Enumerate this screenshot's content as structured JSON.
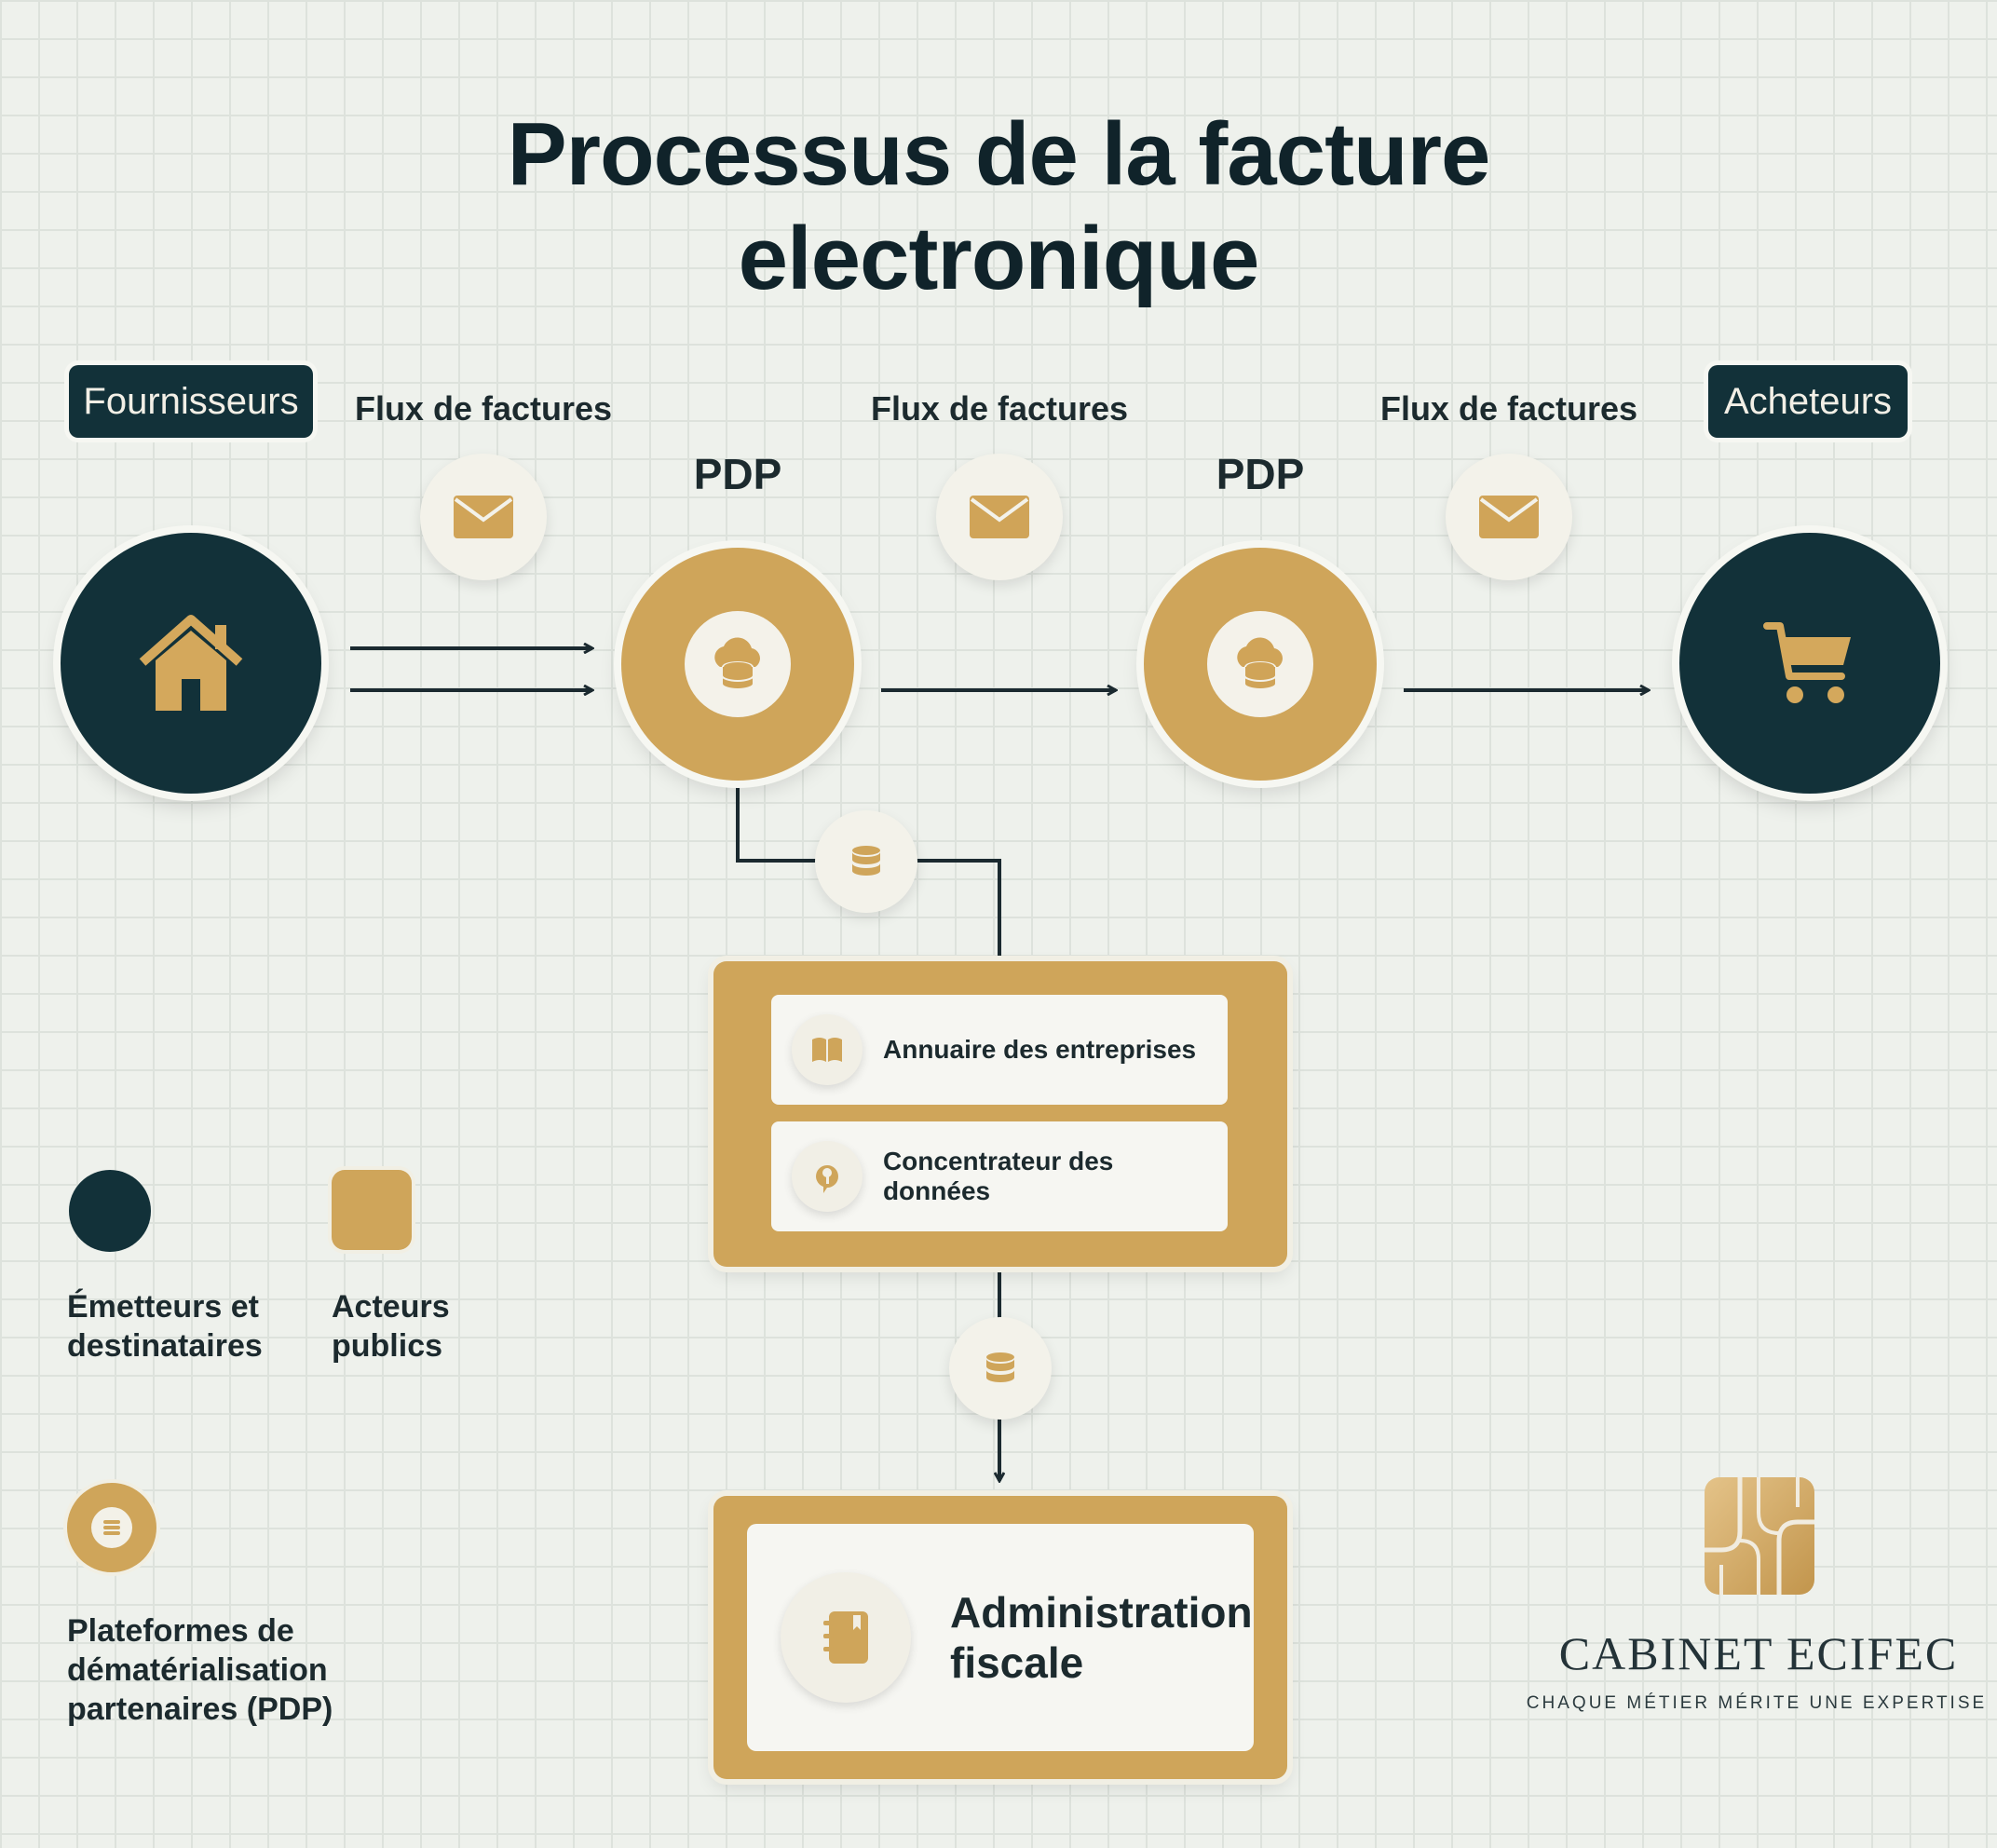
{
  "title": {
    "line1": "Processus de la facture",
    "line2": "electronique"
  },
  "actors": {
    "suppliers_label": "Fournisseurs",
    "buyers_label": "Acheteurs",
    "suppliers_icon": "house-icon",
    "buyers_icon": "shopping-cart-icon"
  },
  "flows": [
    {
      "label": "Flux de factures",
      "icon": "envelope-icon"
    },
    {
      "label": "Flux de factures",
      "icon": "envelope-icon"
    },
    {
      "label": "Flux de factures",
      "icon": "envelope-icon"
    }
  ],
  "pdp": [
    {
      "label": "PDP",
      "icon": "cloud-database-icon"
    },
    {
      "label": "PDP",
      "icon": "cloud-database-icon"
    }
  ],
  "public_box": {
    "items": [
      {
        "label": "Annuaire des entreprises",
        "icon": "book-icon"
      },
      {
        "label": "Concentrateur des données",
        "icon": "data-pin-icon"
      }
    ]
  },
  "admin": {
    "line1": "Administration",
    "line2": "fiscale",
    "icon": "notebook-icon"
  },
  "legend": {
    "emitters": {
      "line1": "Émetteurs et",
      "line2": "destinataires"
    },
    "public": {
      "line1": "Acteurs",
      "line2": "publics"
    },
    "pdp": {
      "line1": "Plateformes de",
      "line2": "dématérialisation",
      "line3": "partenaires (PDP)"
    }
  },
  "brand": {
    "name": "CABINET ECIFEC",
    "tagline": "CHAQUE MÉTIER MÉRITE UNE EXPERTISE"
  },
  "colors": {
    "dark": "#123139",
    "gold": "#cfa55a",
    "background": "#eef1ec"
  }
}
